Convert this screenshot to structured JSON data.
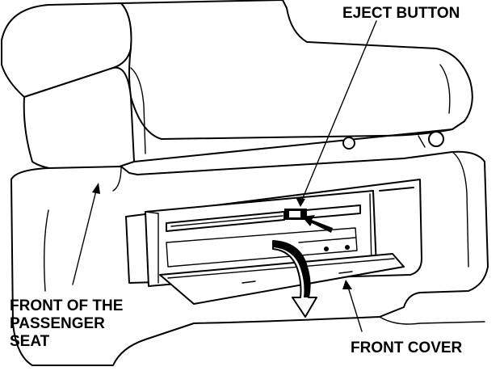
{
  "labels": {
    "eject_button": "EJECT BUTTON",
    "front_seat_line1": "FRONT OF THE",
    "front_seat_line2": "PASSENGER",
    "front_seat_line3": "SEAT",
    "front_cover": "FRONT COVER"
  },
  "colors": {
    "ink": "#000000",
    "paper": "#ffffff"
  }
}
